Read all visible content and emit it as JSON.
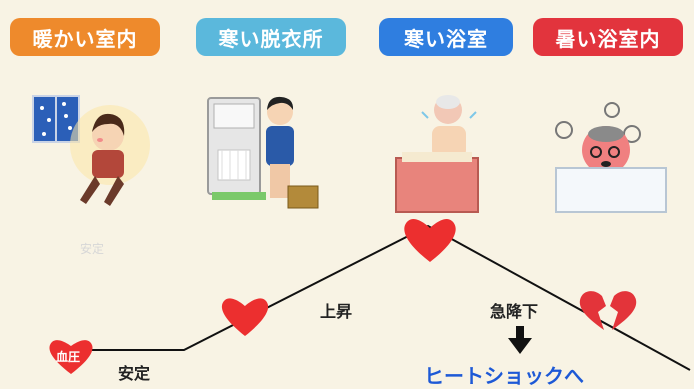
{
  "stages": [
    {
      "label": "暖かい室内",
      "color": "#ee8a2c"
    },
    {
      "label": "寒い脱衣所",
      "color": "#5bb8dc"
    },
    {
      "label": "寒い浴室",
      "color": "#2f7ee0"
    },
    {
      "label": "暑い浴室内",
      "color": "#e2343d"
    }
  ],
  "texts": {
    "faint_stable": "安定",
    "heart_label": "血圧",
    "stable": "安定",
    "rise": "上昇",
    "sudden_drop": "急降下",
    "heat_shock": "ヒートショックへ"
  },
  "colors": {
    "heart": "#ec2f2f",
    "heat_shock_text": "#1d59d6",
    "line": "#111111",
    "background": "#f8f3e4"
  },
  "icons": [
    "warm-room-woman-icon",
    "changing-room-man-icon",
    "cold-bathroom-elder-icon",
    "hot-bath-dizzy-man-icon",
    "heart-icon",
    "broken-heart-icon",
    "down-arrow-icon"
  ]
}
